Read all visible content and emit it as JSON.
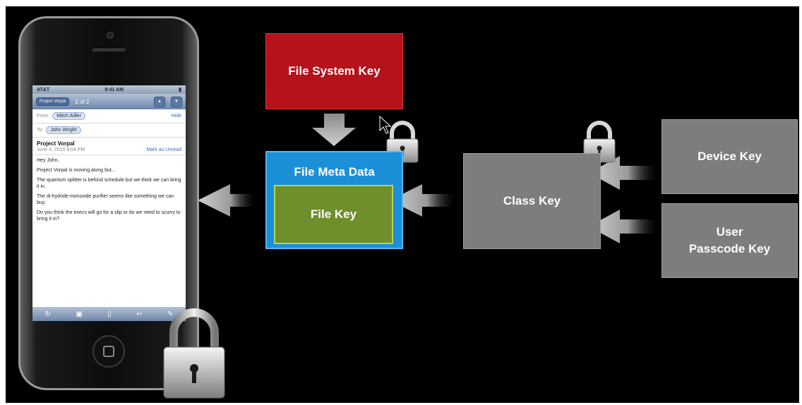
{
  "diagram": {
    "boxes": {
      "file_system_key": "File System Key",
      "file_meta_data": "File Meta Data",
      "file_key": "File Key",
      "class_key": "Class Key",
      "device_key": "Device Key",
      "user_passcode_key_line1": "User",
      "user_passcode_key_line2": "Passcode Key"
    },
    "colors": {
      "file_system_key": "#b5121b",
      "file_meta_data": "#1b8fd8",
      "file_key": "#6e8f2b",
      "class_key": "#7d7d7d",
      "arrow": "#c8c8c8"
    }
  },
  "phone": {
    "status_carrier": "AT&T",
    "status_time": "9:41 AM",
    "nav_mailbox": "Project Vorpal",
    "nav_counter": "2 of 2",
    "from_label": "From:",
    "from_name": "Mitch Adler",
    "hide_label": "Hide",
    "to_label": "To:",
    "to_name": "John Wright",
    "subject": "Project Vorpal",
    "date": "June 4, 2010 8:04 PM",
    "mark_unread": "Mark as Unread",
    "body": [
      "Hey John,",
      "Project Vorpal is moving along but...",
      "The quantum splitter is behind schedule but we think we can bring it in.",
      "The di-hydride-monoxide purifier seems like something we can buy.",
      "Do you think the execs will go for a slip or do we need to scurry to bring it in?"
    ]
  }
}
